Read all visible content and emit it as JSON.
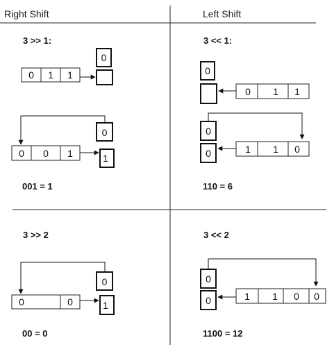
{
  "headers": {
    "right": "Right Shift",
    "left": "Left Shift"
  },
  "q1": {
    "expr": "3 >> 1:",
    "drop_bit": "0",
    "row1": [
      "0",
      "1",
      "1"
    ],
    "top_bit": "0",
    "row2": [
      "0",
      "0",
      "1"
    ],
    "out_bit": "1",
    "result": "001 = 1"
  },
  "q2": {
    "expr": "3 << 1:",
    "drop_bit": "0",
    "row1": [
      "0",
      "1",
      "1"
    ],
    "top_bit": "0",
    "row2": [
      "1",
      "1",
      "0"
    ],
    "in_bit": "0",
    "result": "110 = 6"
  },
  "q3": {
    "expr": "3 >> 2",
    "top_bit": "0",
    "row": [
      "0",
      "0"
    ],
    "out_bit": "1",
    "result": "00 = 0"
  },
  "q4": {
    "expr": "3 << 2",
    "top_bit": "0",
    "row": [
      "1",
      "1",
      "0",
      "0"
    ],
    "in_bit": "0",
    "result": "1100 = 12"
  }
}
